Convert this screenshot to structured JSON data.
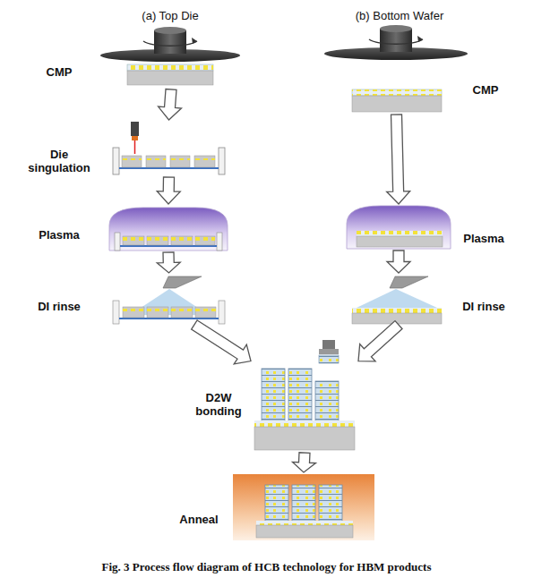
{
  "diagram": {
    "caption": "Fig. 3 Process flow diagram of HCB technology for HBM products",
    "nodes": [
      {
        "text": [
          "CMP"
        ]
      },
      {
        "text": [
          "CMP"
        ]
      },
      {
        "text": [
          "Die singulation"
        ]
      },
      {
        "text": [
          "Plasma"
        ]
      },
      {
        "text": [
          "Plasma"
        ]
      },
      {
        "text": [
          "DI rinse"
        ]
      },
      {
        "text": [
          "DI rinse"
        ]
      },
      {
        "text": [
          "D2W bonding"
        ]
      },
      {
        "text": [
          "Anneal"
        ]
      }
    ],
    "edges": [
      {
        "from": 0,
        "to": 2,
        "arrow": "to"
      },
      {
        "from": 2,
        "to": 3,
        "arrow": "to"
      },
      {
        "from": 3,
        "to": 5,
        "arrow": "to"
      },
      {
        "from": 1,
        "to": 4,
        "arrow": "to"
      },
      {
        "from": 4,
        "to": 6,
        "arrow": "to"
      },
      {
        "from": 5,
        "to": 7,
        "arrow": "to"
      },
      {
        "from": 6,
        "to": 7,
        "arrow": "to"
      },
      {
        "from": 7,
        "to": 8,
        "arrow": "to"
      }
    ],
    "labels": [
      "(a) Top Die",
      "(b) Bottom Wafer"
    ]
  }
}
